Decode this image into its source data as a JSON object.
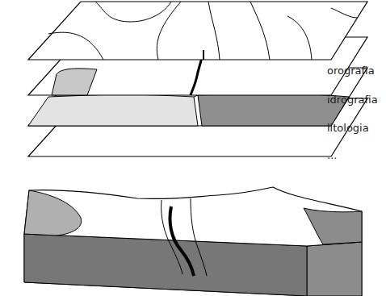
{
  "diagram": {
    "labels": [
      "orografia",
      "idrografia",
      "litologia",
      "..."
    ]
  }
}
